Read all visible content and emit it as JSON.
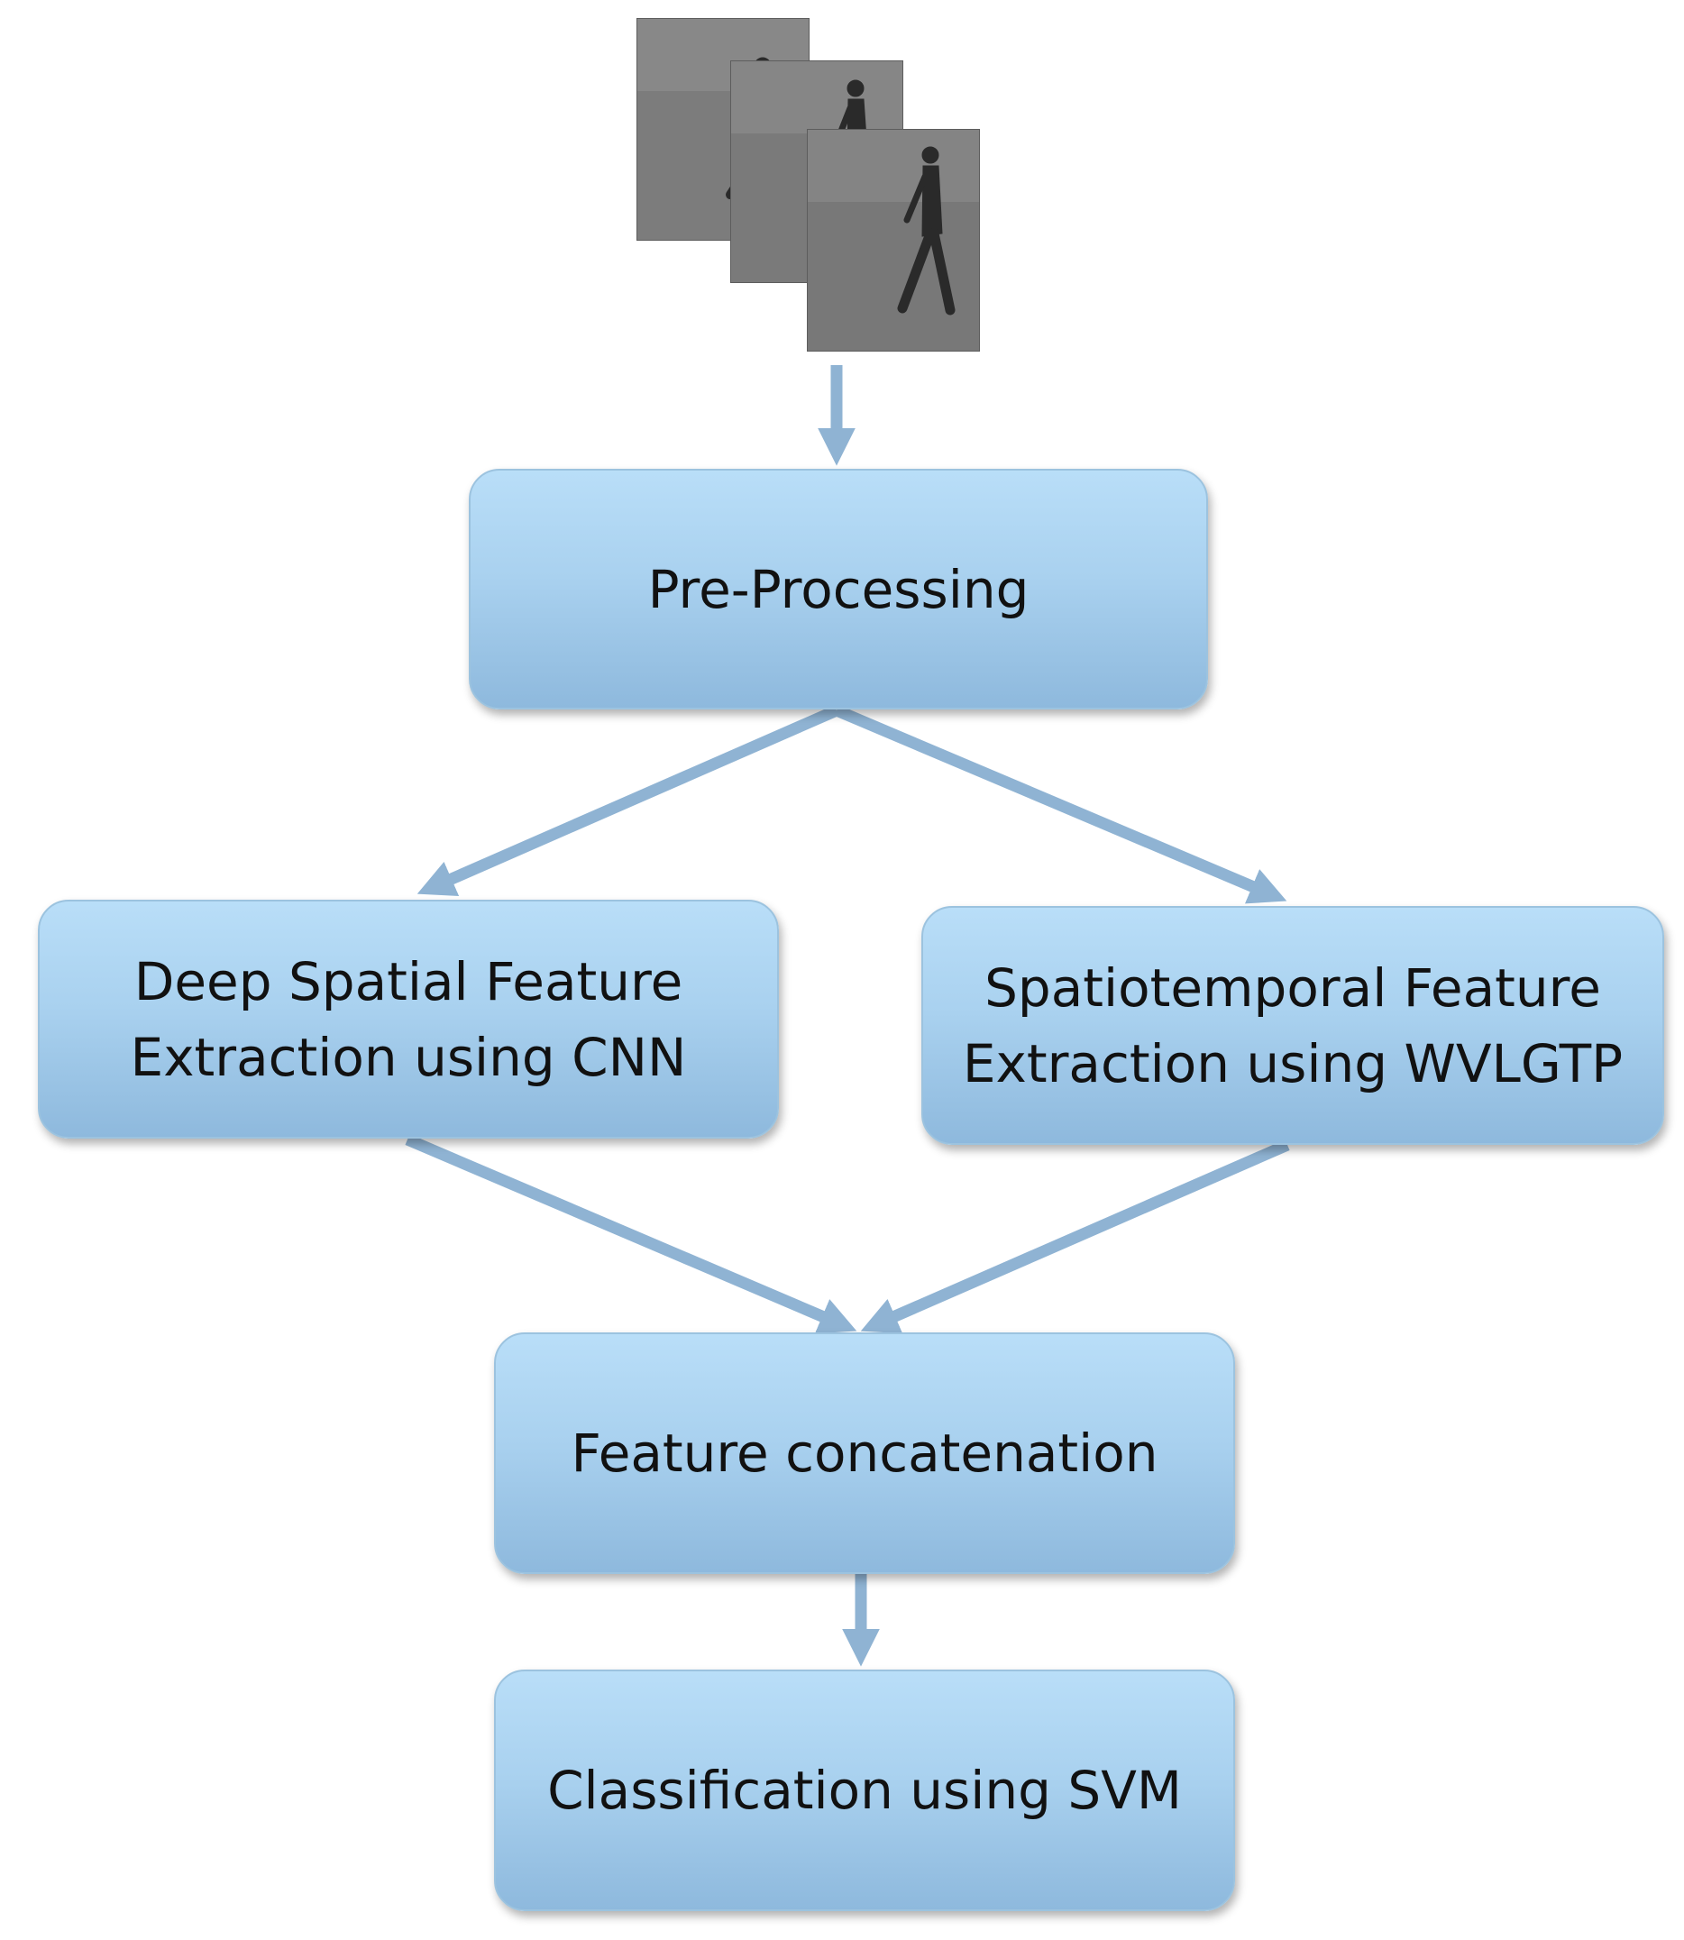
{
  "diagram": {
    "nodes": {
      "preprocessing": {
        "label": "Pre-Processing"
      },
      "cnn": {
        "line1": "Deep Spatial Feature",
        "line2": "Extraction using CNN"
      },
      "wvlgtp": {
        "line1": "Spatiotemporal Feature",
        "line2": "Extraction using WVLGTP"
      },
      "concat": {
        "label": "Feature concatenation"
      },
      "svm": {
        "label": "Classification using SVM"
      }
    },
    "input_frames": [
      {
        "icon": "walking-person-frame"
      },
      {
        "icon": "walking-person-frame"
      },
      {
        "icon": "walking-person-frame"
      }
    ],
    "edges": [
      {
        "from": "input_frames",
        "to": "preprocessing"
      },
      {
        "from": "preprocessing",
        "to": "cnn"
      },
      {
        "from": "preprocessing",
        "to": "wvlgtp"
      },
      {
        "from": "cnn",
        "to": "concat"
      },
      {
        "from": "wvlgtp",
        "to": "concat"
      },
      {
        "from": "concat",
        "to": "svm"
      }
    ],
    "colors": {
      "box_top": "#b9def8",
      "box_bottom": "#8eb9dd",
      "arrow": "#8fb3d3",
      "frame_gray": "#7a7a7a"
    }
  }
}
